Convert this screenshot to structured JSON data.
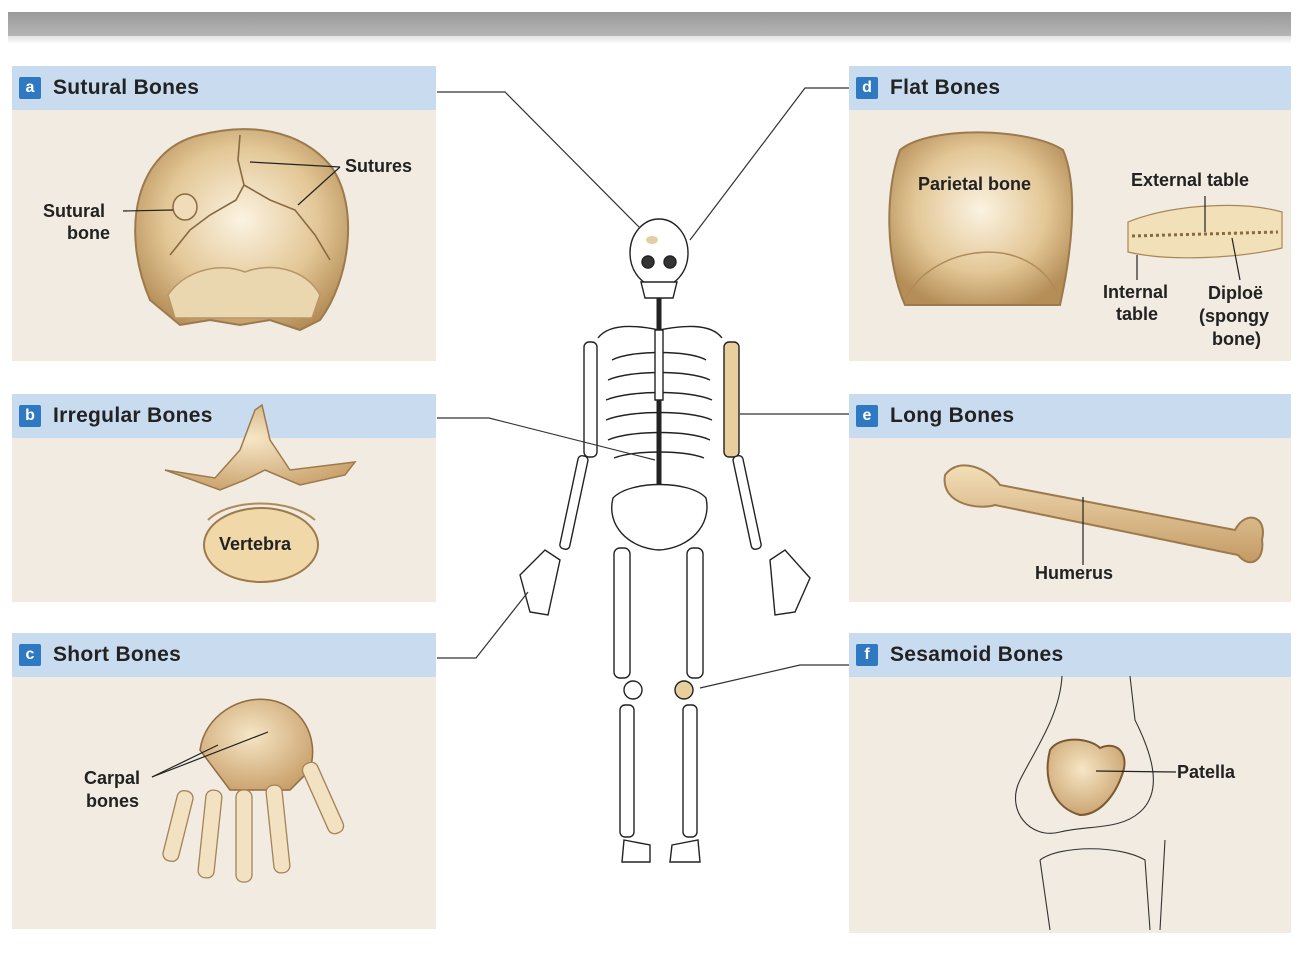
{
  "panels": {
    "a": {
      "badge": "a",
      "title": "Sutural Bones",
      "labels": {
        "sutures": "Sutures",
        "sutural_bone_1": "Sutural",
        "sutural_bone_2": "bone"
      }
    },
    "b": {
      "badge": "b",
      "title": "Irregular Bones",
      "labels": {
        "vertebra": "Vertebra"
      }
    },
    "c": {
      "badge": "c",
      "title": "Short Bones",
      "labels": {
        "carpal_1": "Carpal",
        "carpal_2": "bones"
      }
    },
    "d": {
      "badge": "d",
      "title": "Flat Bones",
      "labels": {
        "parietal": "Parietal bone",
        "external_table": "External table",
        "internal_1": "Internal",
        "internal_2": "table",
        "diploe_1": "Diploë",
        "diploe_2": "(spongy",
        "diploe_3": "bone)"
      }
    },
    "e": {
      "badge": "e",
      "title": "Long Bones",
      "labels": {
        "humerus": "Humerus"
      }
    },
    "f": {
      "badge": "f",
      "title": "Sesamoid Bones",
      "labels": {
        "patella": "Patella"
      }
    }
  },
  "colors": {
    "panel_bg": "#f1ebe1",
    "header_bg": "#c9dcef",
    "badge": "#2f79c2",
    "bone": "#e8cf9c",
    "bone_dark": "#b08a57"
  }
}
